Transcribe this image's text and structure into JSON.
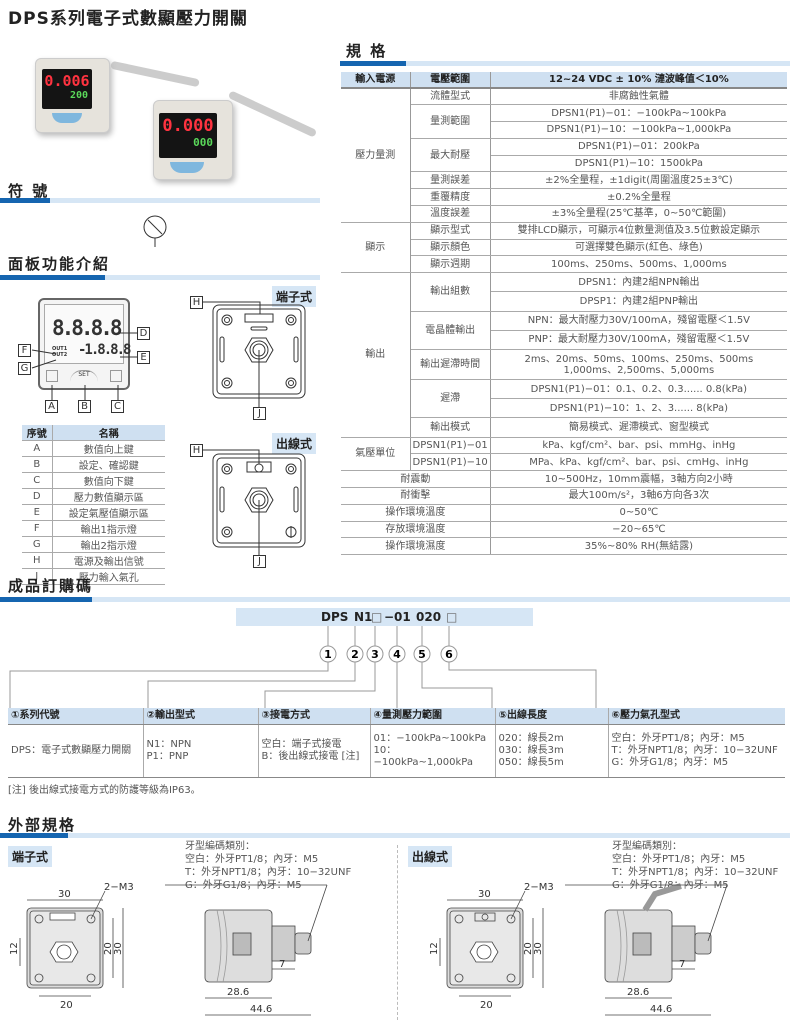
{
  "title": "DPS系列電子式數顯壓力開關",
  "product_photo": {
    "unit1_main": "0.006",
    "unit1_sub": "200",
    "unit2_main": "0.000",
    "unit2_sub": "000"
  },
  "symbol": {
    "heading": "符 號"
  },
  "panel": {
    "heading": "面板功能介紹",
    "display_main": "8.8.8.8",
    "display_sub": "-1.8.8.8",
    "out1": "OUT1",
    "out2": "OUT2",
    "set": "SET",
    "callouts": [
      "A",
      "B",
      "C",
      "D",
      "E",
      "F",
      "G",
      "H",
      "J"
    ],
    "table": {
      "headers": [
        "序號",
        "名稱"
      ],
      "rows": [
        [
          "A",
          "數值向上鍵"
        ],
        [
          "B",
          "設定、確認鍵"
        ],
        [
          "C",
          "數值向下鍵"
        ],
        [
          "D",
          "壓力數值顯示區"
        ],
        [
          "E",
          "設定氣壓值顯示區"
        ],
        [
          "F",
          "輸出1指示燈"
        ],
        [
          "G",
          "輸出2指示燈"
        ],
        [
          "H",
          "電源及輸出信號"
        ],
        [
          "J",
          "壓力輸入氣孔"
        ]
      ]
    },
    "terminal_label": "端子式",
    "cable_label": "出線式"
  },
  "spec": {
    "heading": "規 格",
    "header": [
      "輸入電源",
      "電壓範圍",
      "12~24 VDC ± 10%  漣波峰值＜10%"
    ],
    "groups": [
      {
        "name": "壓力量測",
        "items": [
          {
            "name": "流體型式",
            "values": [
              "非腐蝕性氣體"
            ]
          },
          {
            "name": "量測範圍",
            "values": [
              "DPSN1(P1)−01：−100kPa~100kPa",
              "DPSN1(P1)−10：−100kPa~1,000kPa"
            ]
          },
          {
            "name": "最大耐壓",
            "values": [
              "DPSN1(P1)−01：200kPa",
              "DPSN1(P1)−10：1500kPa"
            ]
          },
          {
            "name": "量測誤差",
            "values": [
              "±2%全量程，±1digit(周圍溫度25±3℃)"
            ]
          },
          {
            "name": "重覆精度",
            "values": [
              "±0.2%全量程"
            ]
          },
          {
            "name": "溫度誤差",
            "values": [
              "±3%全量程(25℃基準，0~50℃範圍)"
            ]
          }
        ]
      },
      {
        "name": "顯示",
        "items": [
          {
            "name": "顯示型式",
            "values": [
              "雙排LCD顯示，可顯示4位數量測值及3.5位數設定顯示"
            ]
          },
          {
            "name": "顯示顏色",
            "values": [
              "可選擇雙色顯示(紅色、綠色)"
            ]
          },
          {
            "name": "顯示週期",
            "values": [
              "100ms、250ms、500ms、1,000ms"
            ]
          }
        ]
      },
      {
        "name": "輸出",
        "items": [
          {
            "name": "輸出組數",
            "values": [
              "DPSN1：內建2組NPN輸出",
              "DPSP1：內建2組PNP輸出"
            ]
          },
          {
            "name": "電晶體輸出",
            "values": [
              "NPN：最大耐壓力30V/100mA，殘留電壓＜1.5V",
              "PNP：最大耐壓力30V/100mA，殘留電壓＜1.5V"
            ]
          },
          {
            "name": "輸出遲滯時間",
            "values": [
              "2ms、20ms、50ms、100ms、250ms、500ms\n1,000ms、2,500ms、5,000ms"
            ]
          },
          {
            "name": "遲滯",
            "values": [
              "DPSN1(P1)−01：0.1、0.2、0.3...... 0.8(kPa)",
              "DPSN1(P1)−10：1、2、3...... 8(kPa)"
            ]
          },
          {
            "name": "輸出模式",
            "values": [
              "簡易模式、遲滯模式、窗型模式"
            ]
          }
        ]
      },
      {
        "name": "氣壓單位",
        "items": [
          {
            "name": "DPSN1(P1)−01",
            "values": [
              "kPa、kgf/cm²、bar、psi、mmHg、inHg"
            ]
          },
          {
            "name": "DPSN1(P1)−10",
            "values": [
              "MPa、kPa、kgf/cm²、bar、psi、cmHg、inHg"
            ]
          }
        ]
      },
      {
        "name": "耐震動",
        "values": [
          "10~500Hz，10mm震幅，3軸方向2小時"
        ]
      },
      {
        "name": "耐衝擊",
        "values": [
          "最大100m/s²，3軸6方向各3次"
        ]
      },
      {
        "name": "操作環境溫度",
        "values": [
          "0~50℃"
        ]
      },
      {
        "name": "存放環境溫度",
        "values": [
          "−20~65℃"
        ]
      },
      {
        "name": "操作環境濕度",
        "values": [
          "35%~80% RH(無結露)"
        ]
      }
    ]
  },
  "order": {
    "heading": "成品訂購碼",
    "code": {
      "p1": "DPS",
      "p2": "N1",
      "p3": "□",
      "p4": "−01",
      "p5": "020",
      "p6": "□"
    },
    "circles": [
      "1",
      "2",
      "3",
      "4",
      "5",
      "6"
    ],
    "headers": [
      "①系列代號",
      "②輸出型式",
      "③接電方式",
      "④量測壓力範圍",
      "⑤出線長度",
      "⑥壓力氣孔型式"
    ],
    "cells": [
      [
        "DPS：電子式數顯壓力開關"
      ],
      [
        "N1：NPN",
        "P1：PNP"
      ],
      [
        "空白：端子式接電",
        "B：後出線式接電 [注]"
      ],
      [
        "01：−100kPa~100kPa",
        "10：−100kPa~1,000kPa"
      ],
      [
        "020：線長2m",
        "030：線長3m",
        "050：線長5m"
      ],
      [
        "空白：外牙PT1/8；內牙：M5",
        "T：外牙NPT1/8；內牙：10−32UNF",
        "G：外牙G1/8；內牙：M5"
      ]
    ],
    "note": "[注] 後出線式接電方式的防護等級為IP63。"
  },
  "external": {
    "heading": "外部規格",
    "terminal": {
      "label": "端子式",
      "thread_title": "牙型編碼類別：",
      "thread_lines": [
        "空白：外牙PT1/8；內牙：M5",
        "T：外牙NPT1/8；內牙：10−32UNF",
        "G：外牙G1/8；內牙：M5"
      ],
      "dims": {
        "w": "30",
        "holes": "2−M3",
        "h12": "12",
        "h20": "20",
        "h30": "30",
        "w20": "20",
        "d7": "7",
        "d286": "28.6",
        "d446": "44.6"
      }
    },
    "cable": {
      "label": "出線式",
      "thread_title": "牙型編碼類別：",
      "thread_lines": [
        "空白：外牙PT1/8；內牙：M5",
        "T：外牙NPT1/8；內牙：10−32UNF",
        "G：外牙G1/8；內牙：M5"
      ],
      "dims": {
        "w": "30",
        "holes": "2−M3",
        "h12": "12",
        "h20": "20",
        "h30": "30",
        "w20": "20",
        "d7": "7",
        "d286": "28.6",
        "d446": "44.6"
      }
    }
  },
  "colors": {
    "accent": "#1565b0",
    "bar_light": "#d6e6f5",
    "header_bg": "#cfe0f1"
  }
}
